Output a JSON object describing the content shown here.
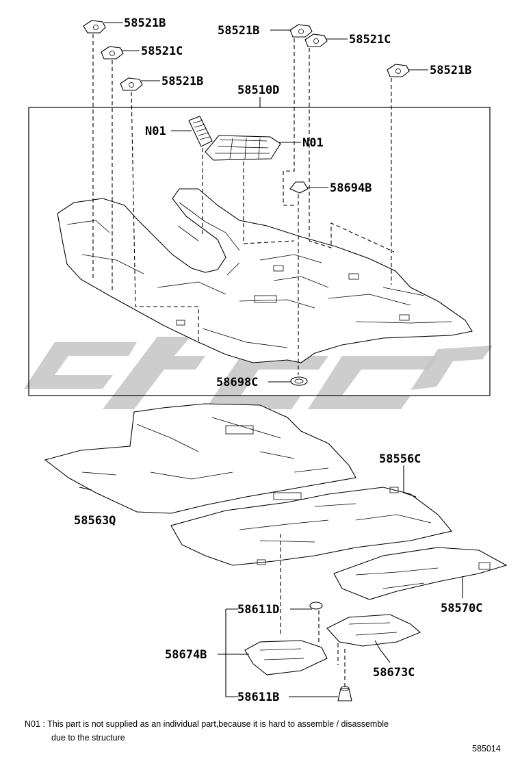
{
  "labels": {
    "clip_b_1": "58521B",
    "clip_c_1": "58521C",
    "clip_b_2": "58521B",
    "clip_b_3": "58521B",
    "clip_c_2": "58521C",
    "clip_b_4": "58521B",
    "carpet_assy": "58510D",
    "n01_left": "N01",
    "n01_right": "N01",
    "clip_58694b": "58694B",
    "clip_58698c": "58698C",
    "silencer_58556c": "58556C",
    "silencer_58563q": "58563Q",
    "silencer_58570c": "58570C",
    "clip_58611d": "58611D",
    "cover_58674b": "58674B",
    "cover_58673c": "58673C",
    "clip_58611b": "58611B"
  },
  "note": {
    "line1": "N01 : This part is not supplied as an individual part,because it is hard to assemble / disassemble",
    "line2": "due to the structure"
  },
  "figure_code": "585014",
  "watermark_color": "#c4c4c4"
}
